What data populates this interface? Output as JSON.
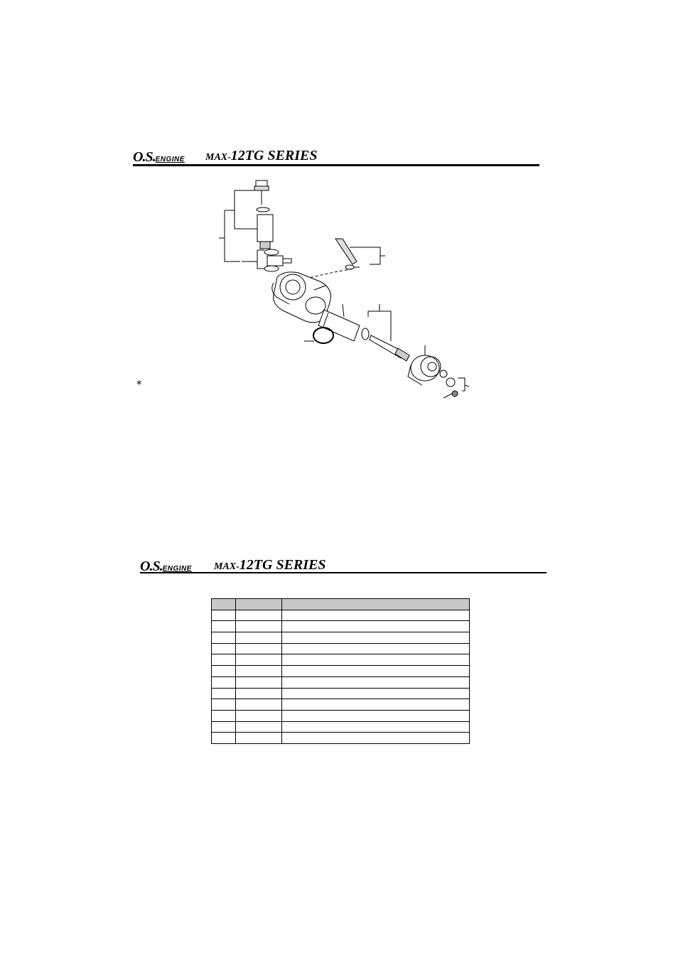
{
  "header": {
    "brand": "O.S.",
    "brand_suffix": "ENGINE",
    "series_prefix": "MAX-",
    "series_main": "12TG SERIES"
  },
  "diagram": {
    "asterisk": "*"
  },
  "table": {
    "headers": [
      "",
      "",
      ""
    ],
    "rows": [
      [
        "",
        "",
        ""
      ],
      [
        "",
        "",
        ""
      ],
      [
        "",
        "",
        ""
      ],
      [
        "",
        "",
        ""
      ],
      [
        "",
        "",
        ""
      ],
      [
        "",
        "",
        ""
      ],
      [
        "",
        "",
        ""
      ],
      [
        "",
        "",
        ""
      ],
      [
        "",
        "",
        ""
      ],
      [
        "",
        "",
        ""
      ],
      [
        "",
        "",
        ""
      ],
      [
        "",
        "",
        ""
      ]
    ]
  }
}
